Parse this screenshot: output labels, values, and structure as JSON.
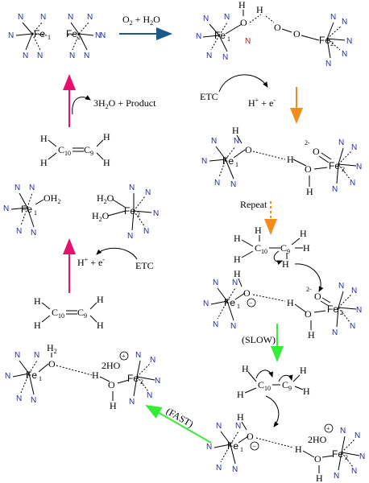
{
  "labels": {
    "fe1": "Fe",
    "fe2": "Fe",
    "sub1": "1",
    "sub2": "2",
    "n": "N",
    "o": "O",
    "h": "H",
    "c10": "C",
    "c9": "C",
    "sub10": "10",
    "sub9": "9",
    "oh2": "OH",
    "h2o": "H",
    "h2o_o": "O",
    "twoHO": "2HO",
    "charge_2minus": "2-",
    "plus": "+",
    "minus": "−"
  },
  "steps": {
    "o2_h2o": "O",
    "o2_h2o_tail": " + H",
    "o2_h2o_end": "O",
    "etc1": "ETC",
    "hplus1": "H",
    "eminus1": " + e",
    "repeat": "Repeat",
    "slow": "(SLOW)",
    "fast": "(FAST)",
    "product": "3H",
    "product_tail": "O + Product",
    "hplus2": "H",
    "eminus2": " + e",
    "etc2": "ETC"
  },
  "colors": {
    "nitrogen": "#1f1fcc",
    "oxygen_red": "#e01010",
    "arrow_blue": "#1a5a8a",
    "arrow_orange": "#f28c1c",
    "arrow_green": "#33ee33",
    "arrow_pink": "#e8106e"
  }
}
